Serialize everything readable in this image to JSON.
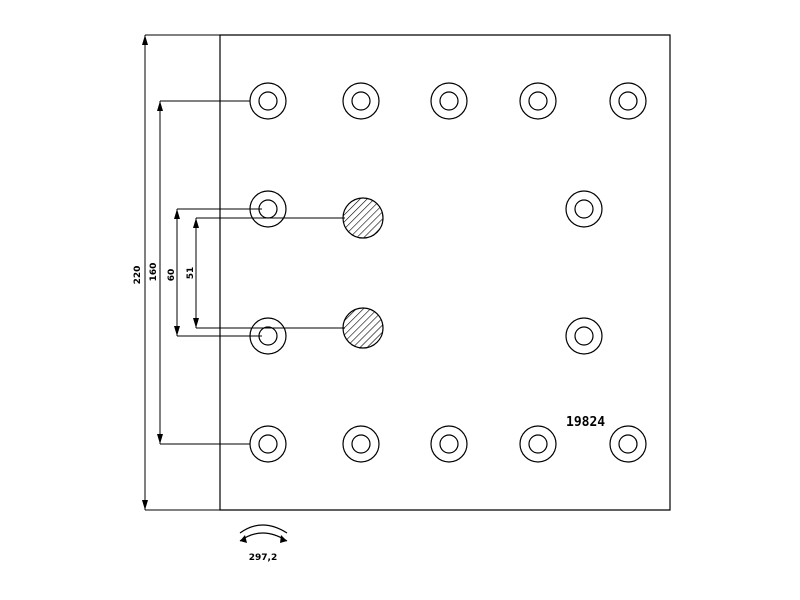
{
  "dimensions": {
    "total_height": "220",
    "rivet_row_span": "160",
    "pin_outer_span": "60",
    "pin_inner_span": "51",
    "arc_length": "297,2"
  },
  "part_number": "19824",
  "colors": {
    "line": "#000000",
    "background": "#ffffff"
  }
}
